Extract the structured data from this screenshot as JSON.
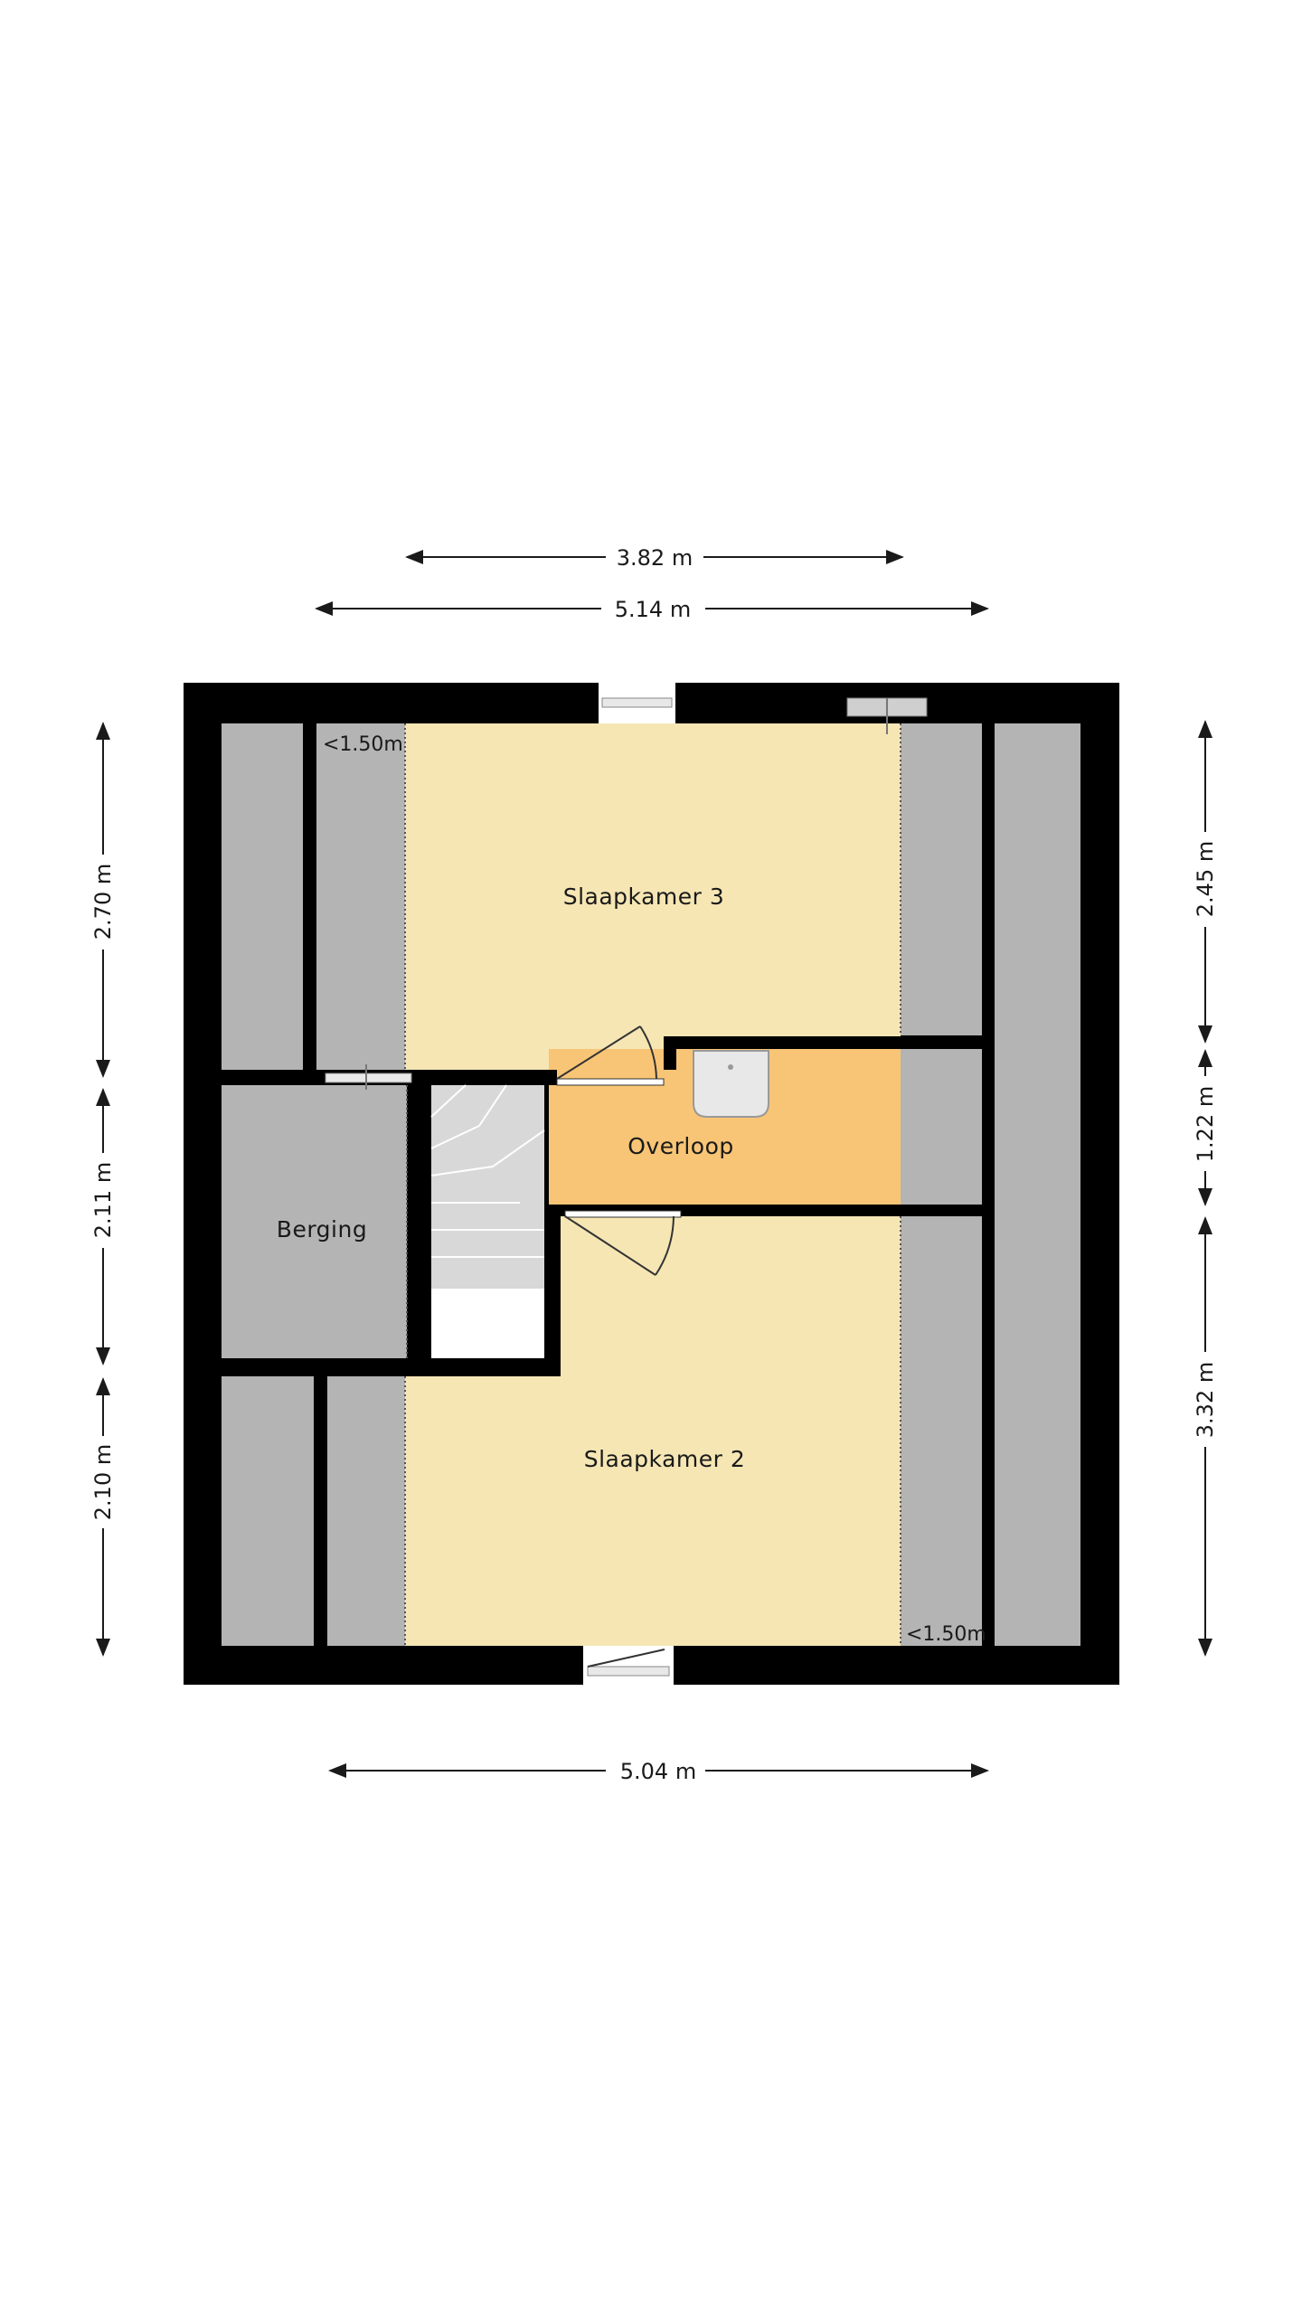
{
  "rooms": {
    "slaapkamer_3": "Slaapkamer 3",
    "slaapkamer_2": "Slaapkamer 2",
    "overloop": "Overloop",
    "berging": "Berging"
  },
  "low_ceiling": {
    "top_left": "<1.50m",
    "bottom_right": "<1.50m"
  },
  "dimensions": {
    "top_inner": "3.82 m",
    "top_outer": "5.14 m",
    "bottom": "5.04 m",
    "left_top": "2.70 m",
    "left_middle": "2.11 m",
    "left_bottom": "2.10 m",
    "right_top": "2.45 m",
    "right_middle": "1.22 m",
    "right_bottom": "3.32 m"
  },
  "colors": {
    "wall": "#000000",
    "bedroom": "#f5e6b4",
    "landing": "#f8c576",
    "storage": "#b4b4b4",
    "stairs": "#d8d8d8"
  }
}
